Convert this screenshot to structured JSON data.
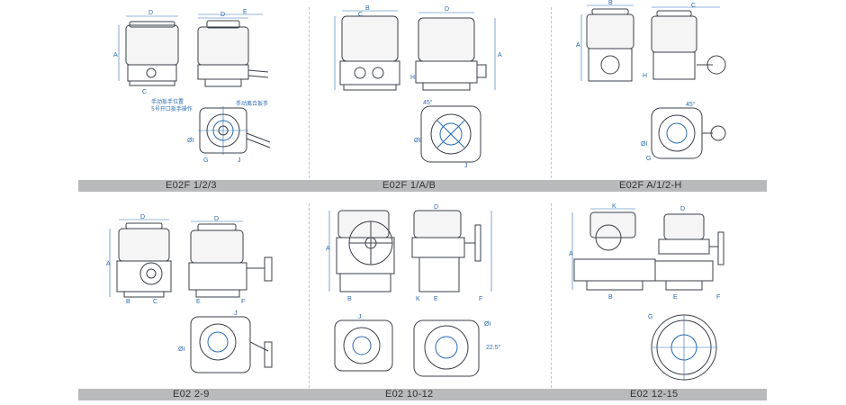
{
  "colors": {
    "line": "#3a3f47",
    "dim": "#2a6ab0",
    "bar": "#b9babc",
    "body": "#ffffff"
  },
  "captions": {
    "top_left": "E02F 1/2/3",
    "top_mid": "E02F 1/A/B",
    "top_right": "E02F A/1/2-H",
    "bot_left": "E02 2-9",
    "bot_mid": "E02 10-12",
    "bot_right": "E02 12-15"
  },
  "annotations": {
    "manual_position_l1": "手动扳手位置",
    "manual_position_l2": "5号开口扳手操作",
    "manual_clutch": "手动离合扳手"
  },
  "dims": {
    "A": "A",
    "B": "B",
    "C": "C",
    "D": "D",
    "E": "E",
    "F": "F",
    "G": "G",
    "H": "H",
    "I": "I",
    "J": "J",
    "K": "K",
    "phiI": "ØI",
    "angle45": "45°",
    "angle22": "22.5°"
  }
}
